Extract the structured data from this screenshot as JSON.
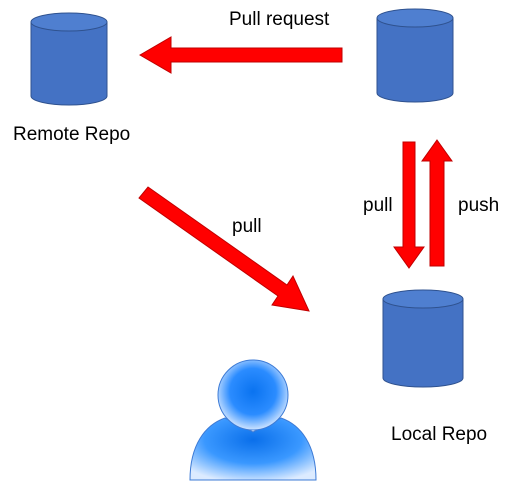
{
  "labels": {
    "remote_repo": "Remote Repo",
    "local_repo": "Local Repo",
    "pull_request": "Pull request",
    "pull_diagonal": "pull",
    "pull_vertical": "pull",
    "push": "push"
  },
  "colors": {
    "cylinder_fill": "#4472C4",
    "cylinder_top": "#4F7FD0",
    "cylinder_stroke": "#2F528F",
    "arrow_fill": "#FF0000",
    "arrow_stroke": "#C00000",
    "person_light": "#D6E8FF",
    "person_mid": "#3D9BFF",
    "person_dark": "#0066E0"
  },
  "icons": {
    "remote_repo": "database-cylinder-icon",
    "fork_repo": "database-cylinder-icon",
    "local_repo": "database-cylinder-icon",
    "user": "user-person-icon"
  }
}
